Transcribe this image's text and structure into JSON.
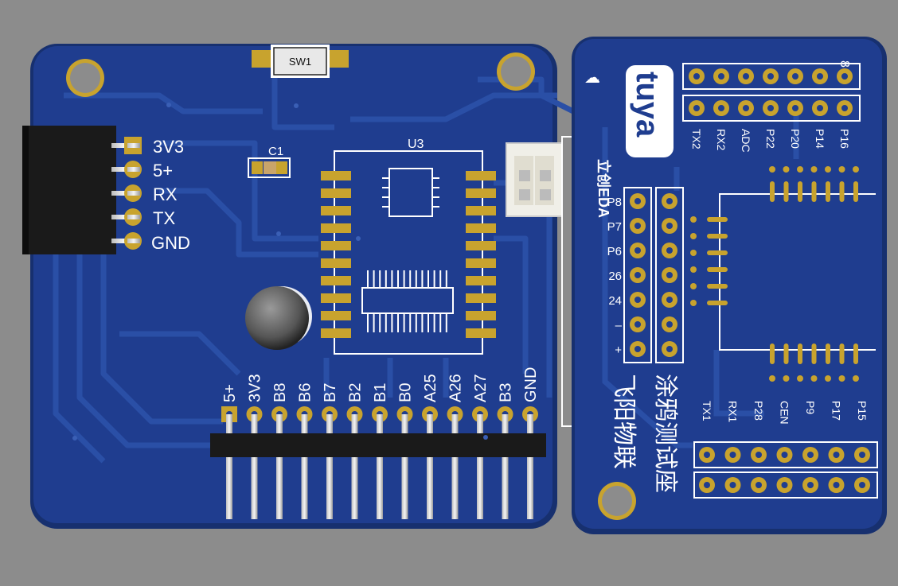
{
  "colors": {
    "background": "#8c8c8c",
    "board": "#1f3d8f",
    "board_edge": "#17306f",
    "trace": "#2a4fa6",
    "pad_gold": "#c8a32e",
    "silk": "#ffffff",
    "header_black": "#1a1a1a"
  },
  "left_board": {
    "uart_header": {
      "labels": [
        "3V3",
        "5+",
        "RX",
        "TX",
        "GND"
      ]
    },
    "switch": {
      "label": "SW1"
    },
    "capacitor": {
      "label": "C1"
    },
    "ic": {
      "label": "U3"
    },
    "bottom_header": {
      "labels": [
        "5+",
        "3V3",
        "B8",
        "B6",
        "B7",
        "B2",
        "B1",
        "B0",
        "A25",
        "A26",
        "A27",
        "B3",
        "GND"
      ]
    }
  },
  "right_board": {
    "brand": "tuya",
    "eda_logo": "立创EDA",
    "top_header": {
      "labels": [
        "TX2",
        "RX2",
        "ADC",
        "P22",
        "P20",
        "P14",
        "P16"
      ],
      "corner_mark": "8"
    },
    "side_header": {
      "labels": [
        "P8",
        "P7",
        "P6",
        "26",
        "24",
        "–",
        "+"
      ]
    },
    "bottom_header": {
      "labels": [
        "TX1",
        "RX1",
        "P28",
        "CEN",
        "P9",
        "P17",
        "P15"
      ]
    },
    "title_cn_1": "涂鸦测试座",
    "title_cn_2": "飞阳物联"
  }
}
